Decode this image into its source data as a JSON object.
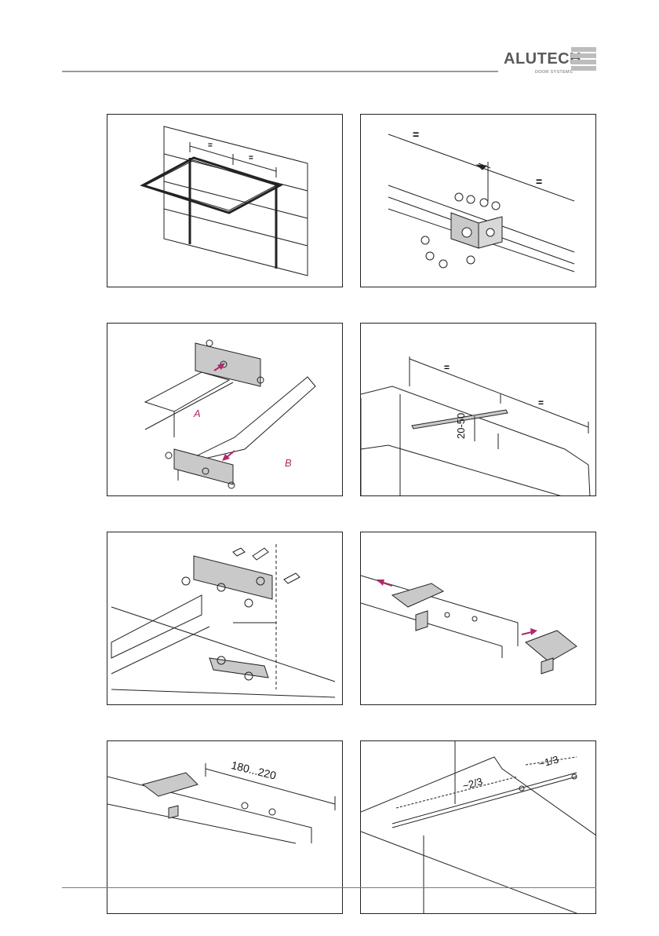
{
  "header": {
    "logo_word": "ALUTECH",
    "logo_subtitle": "DOOR SYSTEMS"
  },
  "panels": [
    {
      "id": "frame-overview",
      "labels": [
        "=",
        "="
      ]
    },
    {
      "id": "bracket-mount",
      "labels": [
        "=",
        "="
      ]
    },
    {
      "id": "rail-connection",
      "labels": [
        "A",
        "B"
      ]
    },
    {
      "id": "center-offset",
      "labels": [
        "=",
        "=",
        "20-50"
      ]
    },
    {
      "id": "wall-anchor",
      "labels": []
    },
    {
      "id": "cross-connector",
      "labels": []
    },
    {
      "id": "connector-distance",
      "labels": [
        "180...220"
      ]
    },
    {
      "id": "rail-proportion",
      "labels": [
        "~1/3",
        "~2/3"
      ]
    }
  ],
  "colors": {
    "accent_arrow": "#b0286a",
    "line": "#222222",
    "part_fill": "#bdbdbd"
  }
}
